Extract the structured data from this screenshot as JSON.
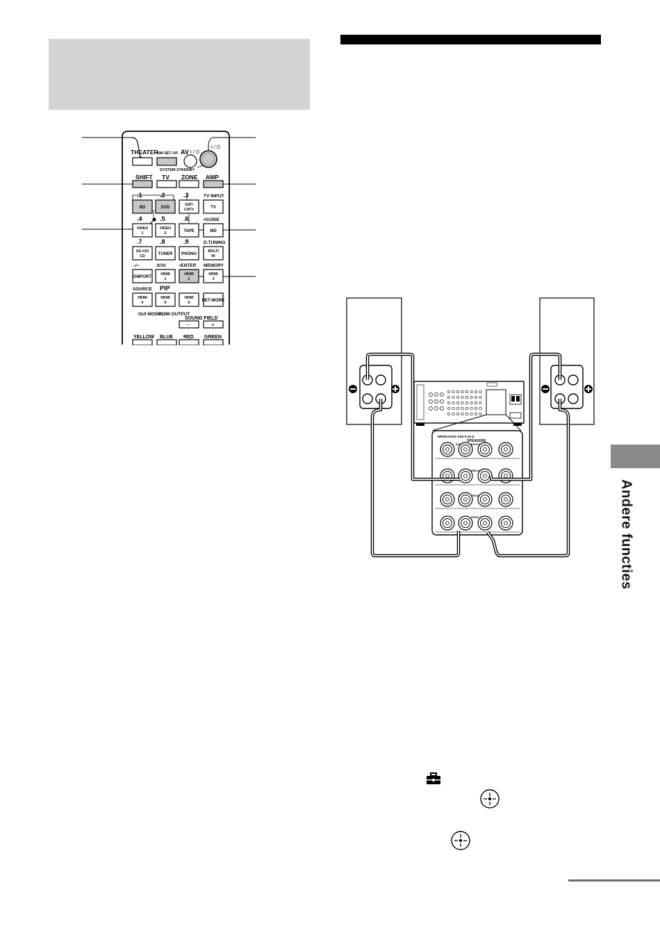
{
  "side_tab": {
    "label": "Andere functies"
  },
  "remote": {
    "top_labels": {
      "theater": "THEATER",
      "rm_set_up": "RM SET UP",
      "av": "AV",
      "av_power": "I / ⏻",
      "power": "I / ⏻",
      "system_standby": "SYSTEM STANDBY"
    },
    "row_labels": [
      "SHIFT",
      "TV",
      "ZONE",
      "AMP"
    ],
    "grid": [
      [
        {
          "top": ".1",
          "btn": "BD"
        },
        {
          "top": ".2",
          "btn": "DVD"
        },
        {
          "top": ".3",
          "btn": "SAT/ CATV"
        },
        {
          "top": "TV INPUT",
          "btn": "TV"
        }
      ],
      [
        {
          "top": ".4",
          "btn": "VIDEO 1"
        },
        {
          "top": ".5",
          "btn": "VIDEO 2"
        },
        {
          "top": ".6",
          "btn": "TAPE"
        },
        {
          "top": "•GUIDE",
          "btn": "MD"
        }
      ],
      [
        {
          "top": ".7",
          "btn": "SA-CD/ CD"
        },
        {
          "top": ".8",
          "btn": "TUNER"
        },
        {
          "top": ".9",
          "btn": "PHONO"
        },
        {
          "top": "D.TUNING",
          "btn": "MULTI IN"
        }
      ],
      [
        {
          "top": ".-/--",
          "btn": "DMPORT"
        },
        {
          "top": ".0/10",
          "btn": "HDMI 1"
        },
        {
          "top": "•ENTER",
          "btn": "HDMI 2"
        },
        {
          "top": "MEMORY",
          "btn": "HDMI 3"
        }
      ],
      [
        {
          "top": "SOURCE",
          "btn": "HDMI 4"
        },
        {
          "top": "PIP",
          "btn": "HDMI 5"
        },
        {
          "top": "",
          "btn": "HDMI 6"
        },
        {
          "top": "",
          "btn": "NET-WORK"
        }
      ]
    ],
    "lower_labels": {
      "gui_mode": "GUI MODE",
      "hdmi_output": "HDMI OUTPUT",
      "sound_field": "SOUND FIELD",
      "minus": "−",
      "plus": "+"
    },
    "color_labels": [
      "YELLOW",
      "BLUE",
      "RED",
      "GREEN"
    ]
  },
  "diagram": {
    "impedance_label": "IMPEDANCE USE 6-16 Ω",
    "speakers_label": "SPEAKERS",
    "surround_back_label": "SURROUND BACK/ZONE 2",
    "surround_label": "SURROUND",
    "front_high_label": "FRONT B / FRONT HIGH",
    "front_a_label": "FRONT A"
  },
  "icons": [
    "toolbox-icon",
    "enter-cross-icon",
    "enter-cross-icon"
  ]
}
